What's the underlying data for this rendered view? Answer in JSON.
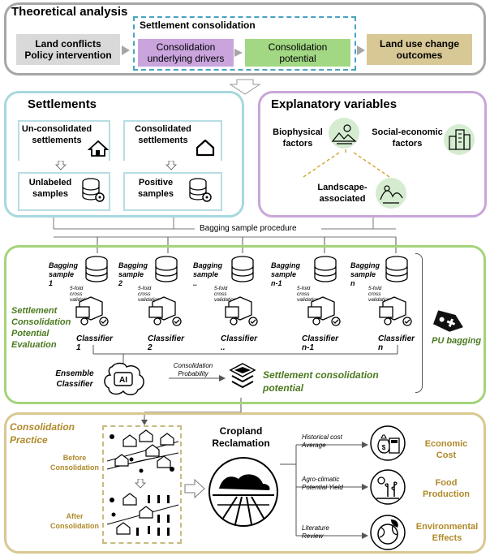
{
  "theory": {
    "title": "Theoretical analysis",
    "land_conflicts": "Land conflicts\nPolicy intervention",
    "settlement_consolidation": "Settlement consolidation",
    "drivers": "Consolidation\nunderlying drivers",
    "potential": "Consolidation\npotential",
    "outcomes": "Land use change\noutcomes"
  },
  "settlements": {
    "title": "Settlements",
    "unconsolidated": "Un-consolidated\nsettlements",
    "consolidated": "Consolidated\nsettlements",
    "unlabeled": "Unlabeled\nsamples",
    "positive": "Positive\nsamples"
  },
  "explanatory": {
    "title": "Explanatory variables",
    "biophysical": "Biophysical\nfactors",
    "socioeconomic": "Social-economic\nfactors",
    "landscape": "Landscape-\nassociated"
  },
  "bagging_procedure": "Bagging sample procedure",
  "bagging": {
    "samples": [
      "Bagging\nsample 1",
      "Bagging\nsample 2",
      "Bagging\nsample ..",
      "Bagging\nsample n-1",
      "Bagging\nsample n"
    ],
    "cv_label": "5-fold cross validation",
    "classifiers": [
      "Classifier 1",
      "Classifier 2",
      "Classifier ..",
      "Classifier n-1",
      "Classifier n"
    ],
    "left_label": "Settlement\nConsolidation\nPotential\nEvaluation",
    "pu_label": "PU bagging",
    "ensemble": "Ensemble\nClassifier",
    "ai": "AI",
    "prob_label": "Consolidation\nProbability",
    "result": "Settlement consolidation\npotential"
  },
  "practice": {
    "title": "Consolidation\nPractice",
    "before": "Before\nConsolidation",
    "after": "After\nConsolidation",
    "cropland": "Cropland\nReclamation",
    "historical": "Historical cost\nAverage",
    "agro": "Agro-climatic\nPotential Yield",
    "literature": "Literature\nReview",
    "economic": "Economic\nCost",
    "food": "Food\nProduction",
    "environmental": "Environmental\nEffects"
  },
  "colors": {
    "gray": "#a6a6a6",
    "teal": "#9cd3dc",
    "lavender": "#c8a6d8",
    "green": "#a4d47a",
    "gold": "#d9c88f",
    "drivers_fill": "#caa4e0",
    "potential_fill": "#9fd97f",
    "outcomes_fill": "#d7c793",
    "gray_fill": "#d9d9d9"
  }
}
